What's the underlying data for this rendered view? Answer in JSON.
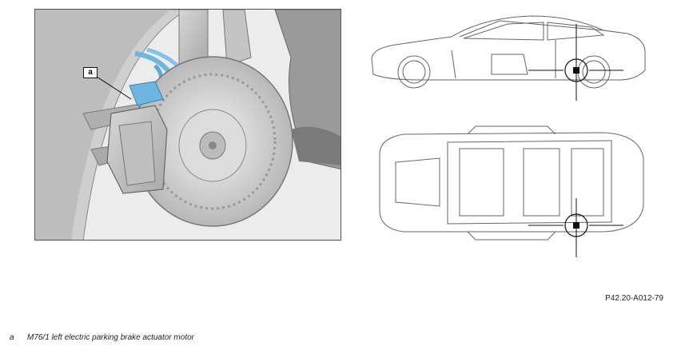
{
  "callout": {
    "letter": "a"
  },
  "figure": {
    "code": "P42.20-A012-79"
  },
  "legend": {
    "items": [
      {
        "key": "a",
        "text": "M76/1 left electric parking brake actuator motor"
      }
    ]
  },
  "colors": {
    "highlight": "#6cb6e0",
    "line": "#333333",
    "fill": "#e6e6e6"
  }
}
